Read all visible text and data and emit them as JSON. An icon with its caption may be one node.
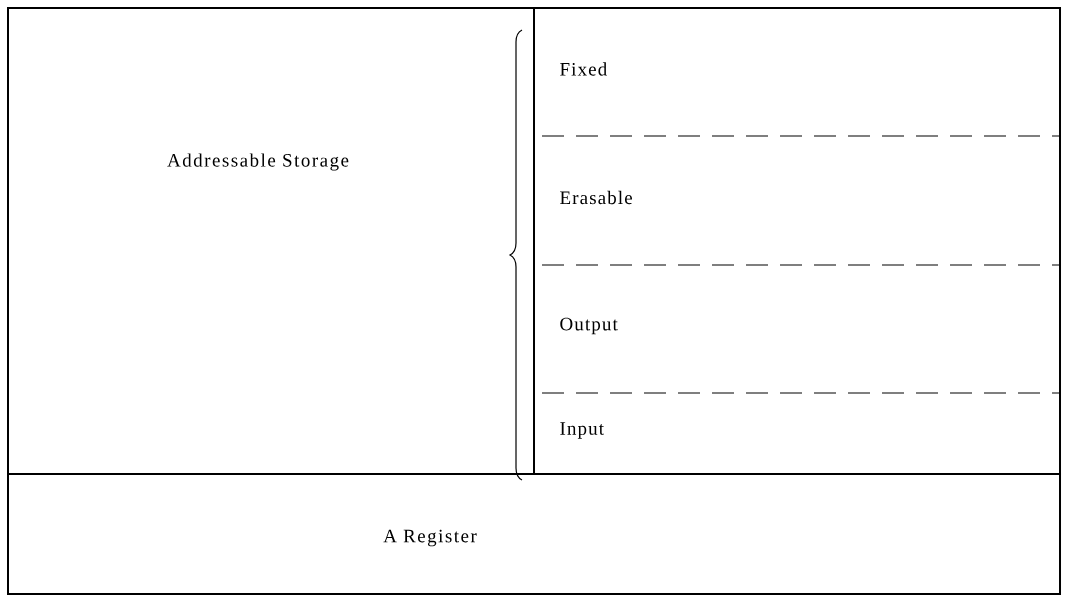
{
  "diagram": {
    "nodes": [
      {
        "text": [
          "Addressable Storage"
        ]
      },
      {
        "text": [
          "Fixed"
        ],
        "in": 0
      },
      {
        "text": [
          "Erasable"
        ],
        "in": 0
      },
      {
        "text": [
          "Output"
        ],
        "in": 0
      },
      {
        "text": [
          "Input"
        ],
        "in": 0
      },
      {
        "text": [
          "A Register"
        ]
      }
    ]
  }
}
